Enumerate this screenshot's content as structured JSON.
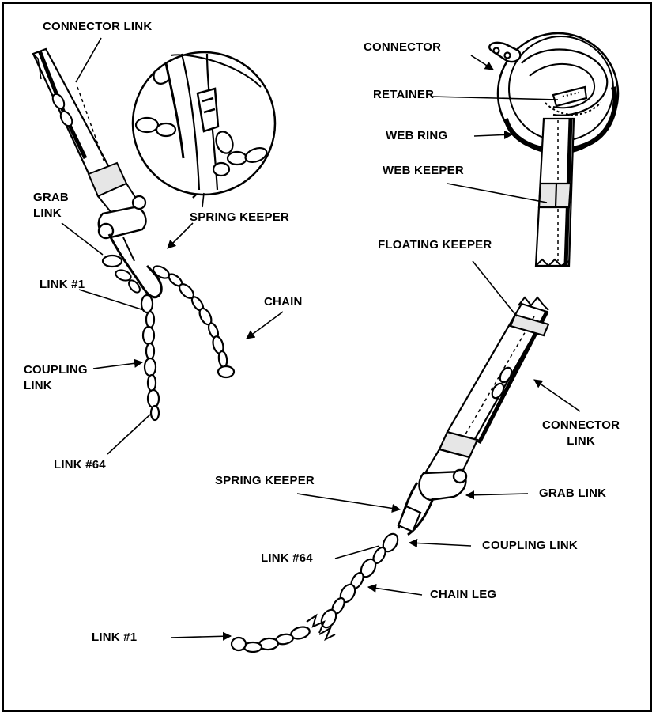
{
  "colors": {
    "ink": "#000000",
    "paper": "#ffffff",
    "shade": "#d9d9d9"
  },
  "labels": {
    "connector_link_top": "CONNECTOR LINK",
    "grab_link_top": "GRAB\nLINK",
    "spring_keeper_top": "SPRING KEEPER",
    "link_1_top": "LINK #1",
    "chain": "CHAIN",
    "coupling_link_top": "COUPLING\nLINK",
    "link_64_top": "LINK #64",
    "connector": "CONNECTOR",
    "retainer": "RETAINER",
    "web_ring": "WEB RING",
    "web_keeper": "WEB KEEPER",
    "floating_keeper": "FLOATING KEEPER",
    "connector_link_right": "CONNECTOR\nLINK",
    "spring_keeper_bottom": "SPRING KEEPER",
    "grab_link_right": "GRAB LINK",
    "link_64_bottom": "LINK #64",
    "coupling_link_right": "COUPLING LINK",
    "chain_leg": "CHAIN LEG",
    "link_1_bottom": "LINK #1"
  }
}
